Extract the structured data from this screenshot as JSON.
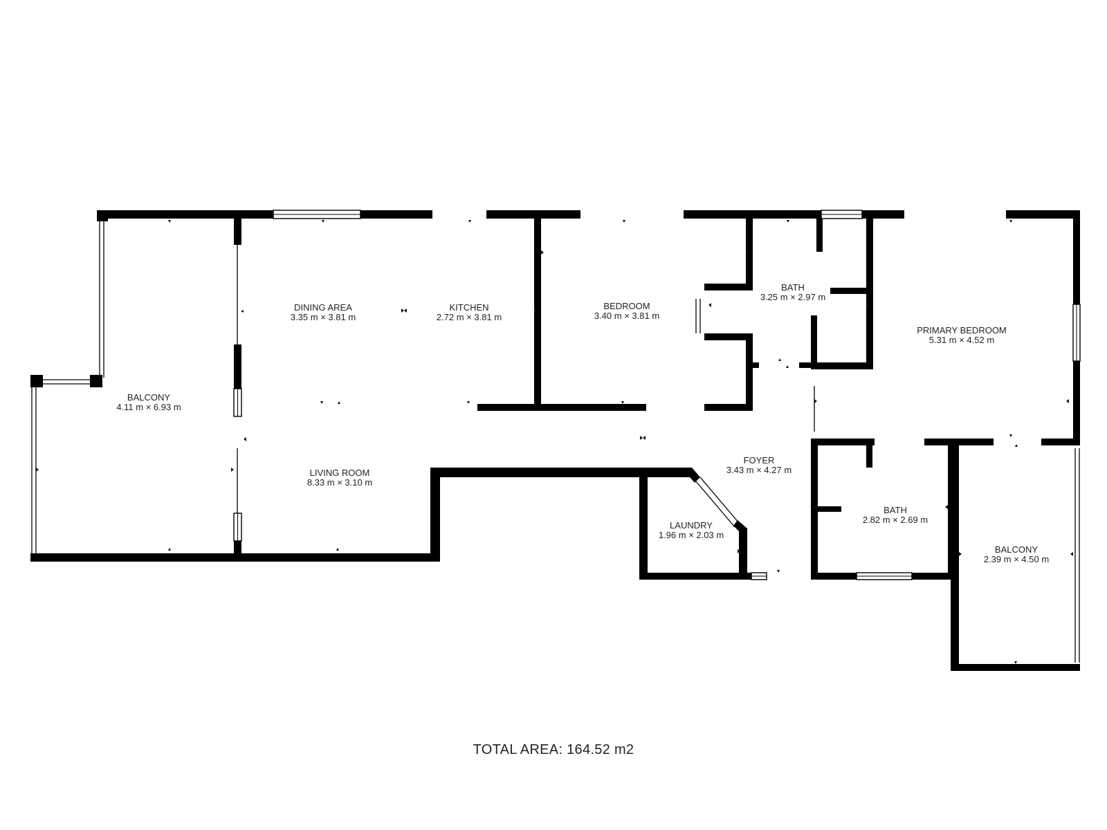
{
  "rooms": [
    {
      "name": "BALCONY",
      "dims": "4.11 m × 6.93 m"
    },
    {
      "name": "DINING AREA",
      "dims": "3.35 m × 3.81 m"
    },
    {
      "name": "KITCHEN",
      "dims": "2.72 m × 3.81 m"
    },
    {
      "name": "BEDROOM",
      "dims": "3.40 m × 3.81 m"
    },
    {
      "name": "BATH",
      "dims": "3.25 m × 2.97 m"
    },
    {
      "name": "PRIMARY BEDROOM",
      "dims": "5.31 m × 4.52 m"
    },
    {
      "name": "LIVING ROOM",
      "dims": "8.33 m × 3.10 m"
    },
    {
      "name": "FOYER",
      "dims": "3.43 m × 4.27 m"
    },
    {
      "name": "LAUNDRY",
      "dims": "1.96 m × 2.03 m"
    },
    {
      "name": "BATH",
      "dims": "2.82 m × 2.69 m"
    },
    {
      "name": "BALCONY",
      "dims": "2.39 m × 4.50 m"
    }
  ],
  "total_area": "TOTAL AREA: 164.52 m2"
}
